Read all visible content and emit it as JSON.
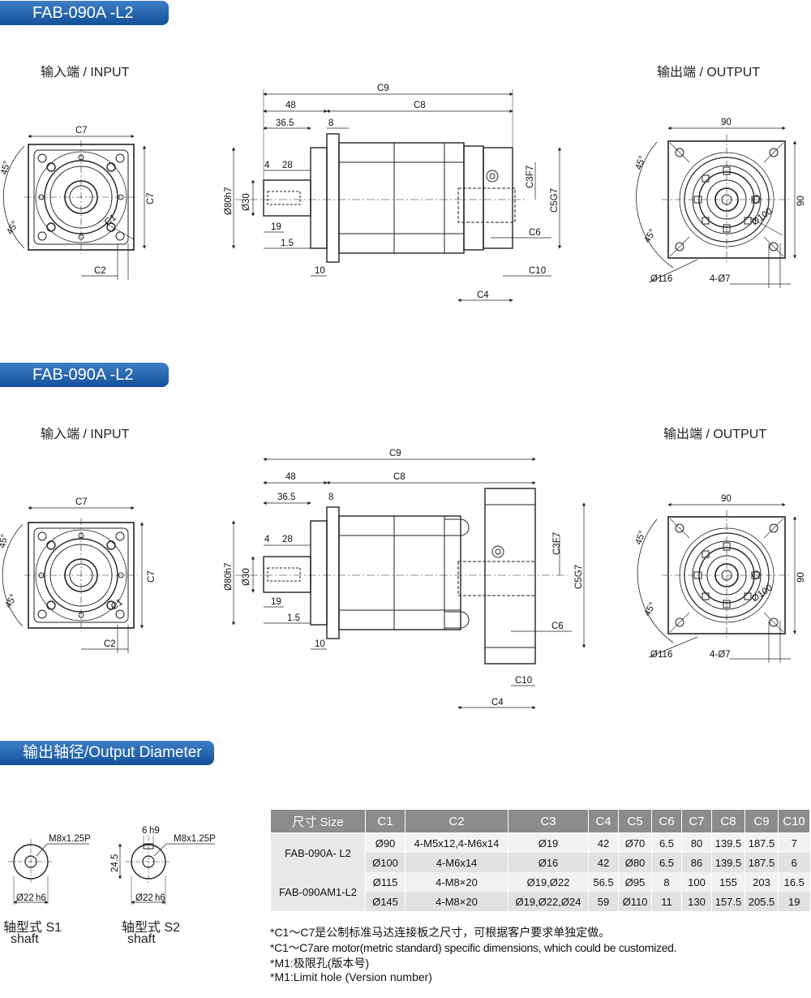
{
  "section1": {
    "title": "FAB-090A -L2",
    "input_label": "输入端 / INPUT",
    "output_label": "输出端 / OUTPUT"
  },
  "section2": {
    "title": "FAB-090A -L2",
    "input_label": "输入端 / INPUT",
    "output_label": "输出端 / OUTPUT"
  },
  "section3": {
    "title": "输出轴径/Output Diameter"
  },
  "dims": {
    "c1": "C1",
    "c2": "C2",
    "c3f7": "C3F7",
    "c4": "C4",
    "c5g7": "C5G7",
    "c6": "C6",
    "c7": "C7",
    "c8": "C8",
    "c9": "C9",
    "c10": "C10",
    "d48": "48",
    "d36_5": "36.5",
    "d8": "8",
    "d4": "4",
    "d28": "28",
    "d80h7": "Ø80h7",
    "d30": "Ø30",
    "d19": "19",
    "d1_5": "1.5",
    "d10": "10",
    "d90": "90",
    "d100": "Ø100",
    "d116": "Ø116",
    "d4x7": "4-Ø7",
    "a45": "45°"
  },
  "shaft": {
    "s1_thread": "M8x1.25P",
    "s1_dia": "Ø22",
    "s1_tol": "h6",
    "s1_name": "轴型式 S1",
    "s1_sub": "shaft",
    "s2_key": "6",
    "s2_keytol": "h9",
    "s2_thread": "M8x1.25P",
    "s2_height": "24.5",
    "s2_dia": "Ø22",
    "s2_tol": "h6",
    "s2_name": "轴型式 S2",
    "s2_sub": "shaft"
  },
  "table": {
    "headers": [
      "尺寸 Size",
      "C1",
      "C2",
      "C3",
      "C4",
      "C5",
      "C6",
      "C7",
      "C8",
      "C9",
      "C10"
    ],
    "groups": [
      {
        "size": "FAB-090A- L2",
        "rows": [
          [
            "Ø90",
            "4-M5x12,4-M6x14",
            "Ø19",
            "42",
            "Ø70",
            "6.5",
            "80",
            "139.5",
            "187.5",
            "7"
          ],
          [
            "Ø100",
            "4-M6x14",
            "Ø16",
            "42",
            "Ø80",
            "6.5",
            "86",
            "139.5",
            "187.5",
            "6"
          ]
        ]
      },
      {
        "size": "FAB-090AM1-L2",
        "rows": [
          [
            "Ø115",
            "4-M8×20",
            "Ø19,Ø22",
            "56.5",
            "Ø95",
            "8",
            "100",
            "155",
            "203",
            "16.5"
          ],
          [
            "Ø145",
            "4-M8×20",
            "Ø19,Ø22,Ø24",
            "59",
            "Ø110",
            "11",
            "130",
            "157.5",
            "205.5",
            "19"
          ]
        ]
      }
    ]
  },
  "notes": [
    "*C1～C7是公制标准马达连接板之尺寸，可根据客户要求单独定做。",
    "*C1～C7are motor(metric standard) specific dimensions, which could be customized.",
    "*M1:极限孔(版本号)",
    "*M1:Limit hole (Version number)"
  ]
}
